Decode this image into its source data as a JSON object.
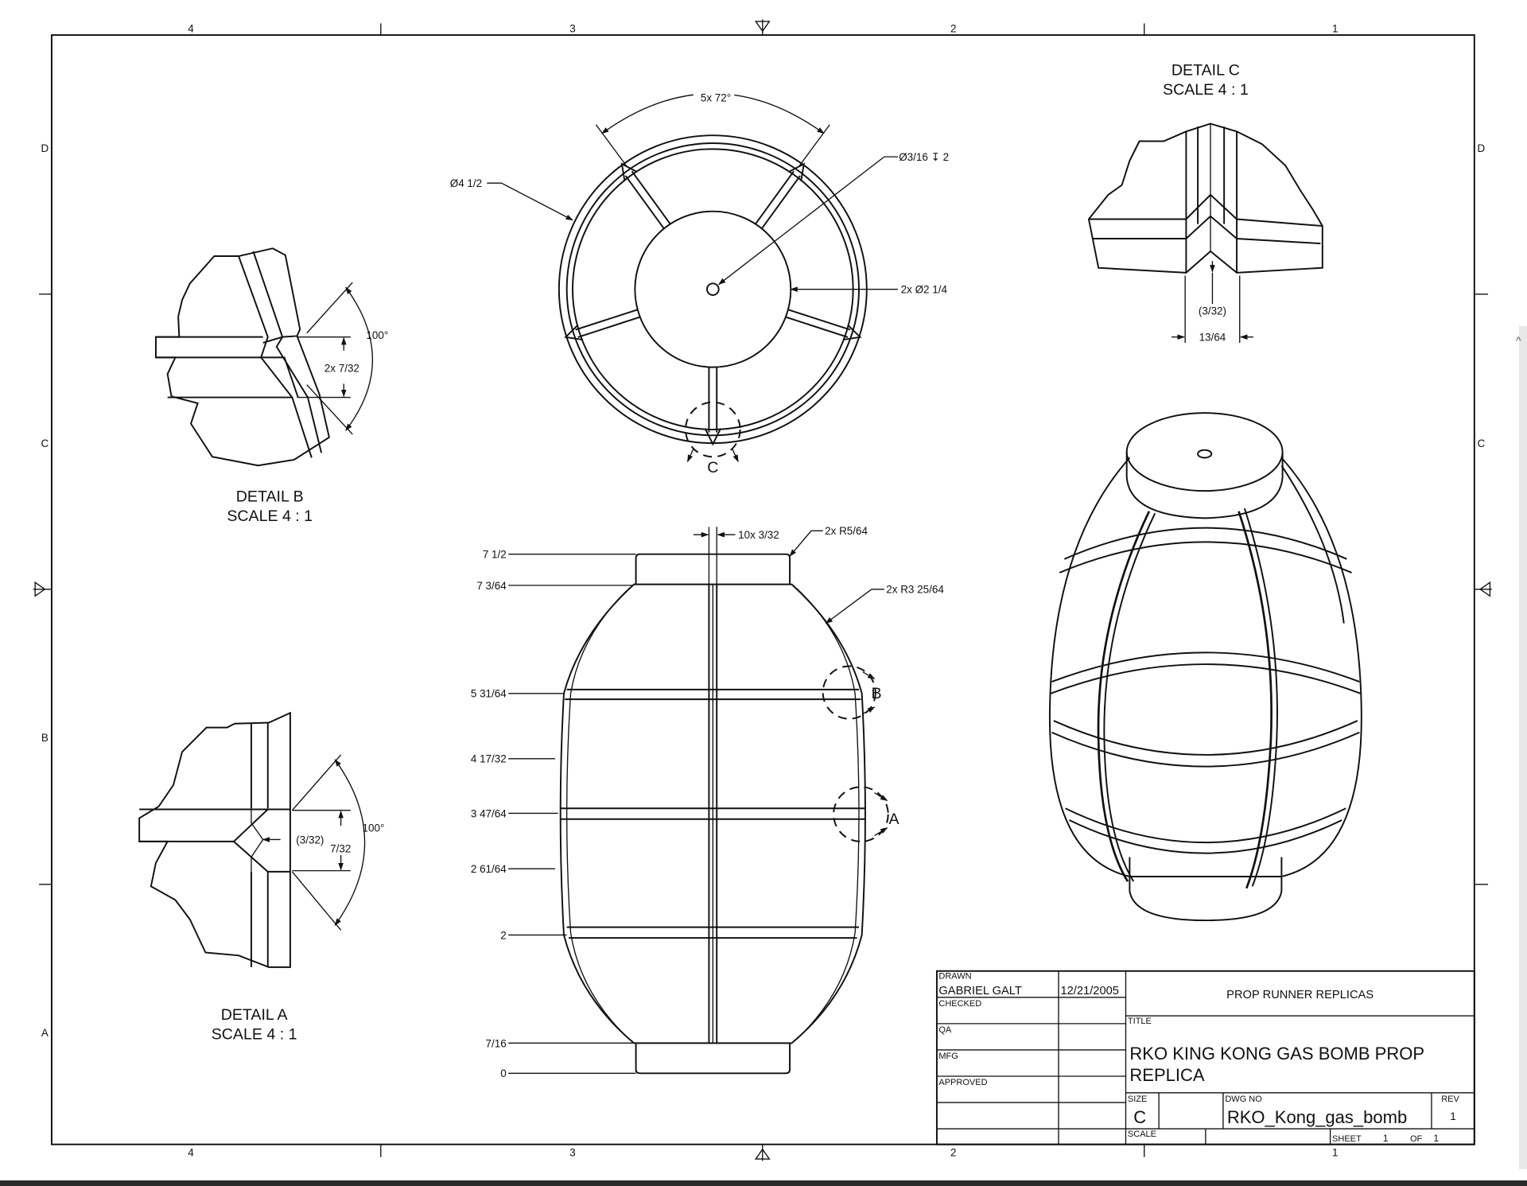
{
  "border": {
    "col_labels": [
      "4",
      "3",
      "2",
      "1"
    ],
    "row_labels": [
      "D",
      "C",
      "B",
      "A"
    ]
  },
  "top_view": {
    "angle_label": "5x 72°",
    "outer_dia_label": "Ø4 1/2",
    "hole_label": "Ø3/16 ↧ 2",
    "inner_dia_label": "2x Ø2 1/4",
    "detail_callout": "C"
  },
  "front_view": {
    "groove_label": "10x 3/32",
    "radius_small_label": "2x R5/64",
    "radius_large_label": "2x R3 25/64",
    "heights": [
      "7 1/2",
      "7 3/64",
      "5 31/64",
      "4 17/32",
      "3 47/64",
      "2 61/64",
      "2",
      "7/16",
      "0"
    ],
    "callout_b": "B",
    "callout_a": "A"
  },
  "detail_b": {
    "title": "DETAIL  B",
    "scale": "SCALE 4 : 1",
    "angle": "100°",
    "dim": "2x 7/32"
  },
  "detail_a": {
    "title": "DETAIL  A",
    "scale": "SCALE 4 : 1",
    "angle": "100°",
    "dim": "7/32",
    "ref_dim": "(3/32)"
  },
  "detail_c": {
    "title": "DETAIL  C",
    "scale": "SCALE 4 : 1",
    "ref_dim": "(3/32)",
    "dim": "13/64"
  },
  "title_block": {
    "drawn_label": "DRAWN",
    "drawn_by": "GABRIEL GALT",
    "drawn_date": "12/21/2005",
    "checked_label": "CHECKED",
    "qa_label": "QA",
    "mfg_label": "MFG",
    "approved_label": "APPROVED",
    "company": "PROP RUNNER REPLICAS",
    "title_label": "TITLE",
    "title_line1": "RKO KING KONG GAS BOMB PROP",
    "title_line2": "REPLICA",
    "size_label": "SIZE",
    "size": "C",
    "dwg_no_label": "DWG NO",
    "dwg_no": "RKO_Kong_gas_bomb",
    "rev_label": "REV",
    "rev": "1",
    "scale_label": "SCALE",
    "sheet_label": "SHEET",
    "sheet_num": "1",
    "of_label": "OF",
    "sheet_total": "1"
  }
}
